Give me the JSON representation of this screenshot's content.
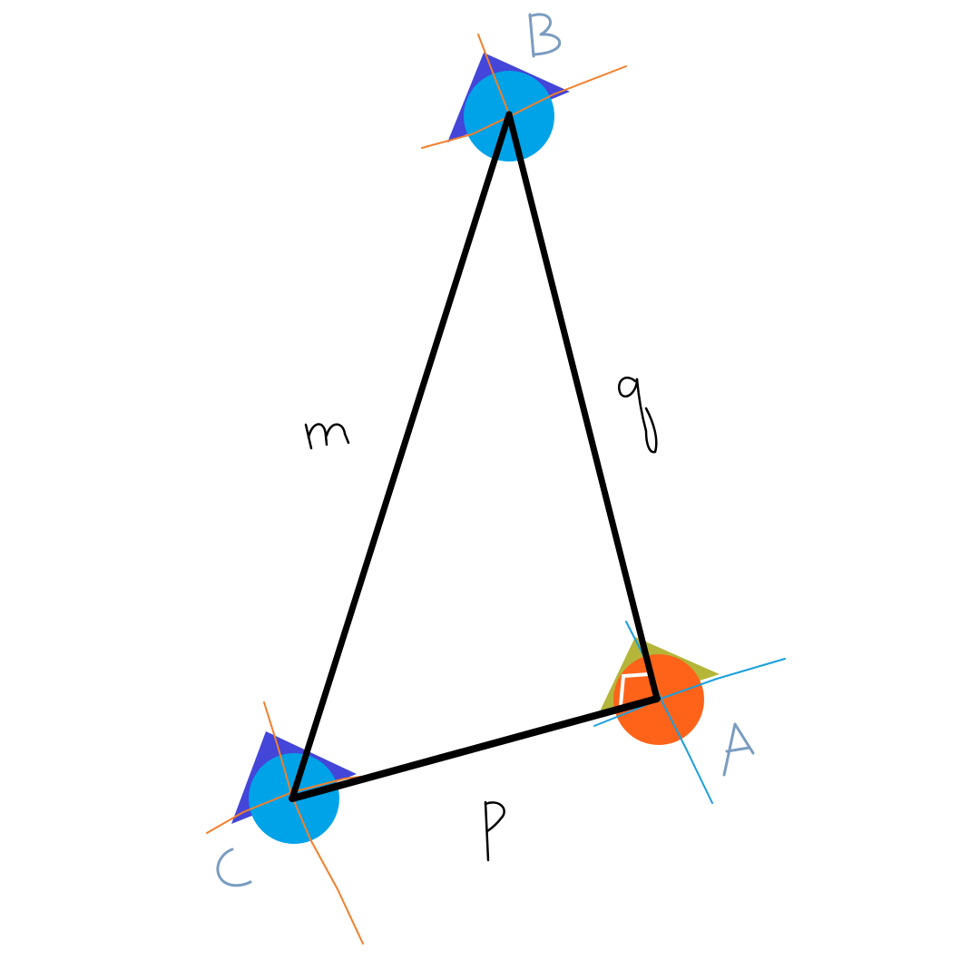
{
  "colors": {
    "background": "#ffffff",
    "triangle_edge": "#000000",
    "vertex_dot": "#00a3e8",
    "vertex_dot_right_angle": "#ff6319",
    "angle_wedge": "#4346d8",
    "angle_wedge_right_angle": "#b5b53a",
    "tangent_line": "#f27f2c",
    "tangent_line_right_angle": "#1a9fdc",
    "vertex_label": "#7a9cc0",
    "side_label": "#000000",
    "right_angle_mark": "#ffffff"
  },
  "diagram": {
    "vertices": [
      {
        "id": "A",
        "label": "A",
        "right_angle": true
      },
      {
        "id": "B",
        "label": "B",
        "right_angle": false
      },
      {
        "id": "C",
        "label": "C",
        "right_angle": false
      }
    ],
    "sides": [
      {
        "from": "B",
        "to": "C",
        "label": "m"
      },
      {
        "from": "B",
        "to": "A",
        "label": "q"
      },
      {
        "from": "C",
        "to": "A",
        "label": "p"
      }
    ]
  }
}
